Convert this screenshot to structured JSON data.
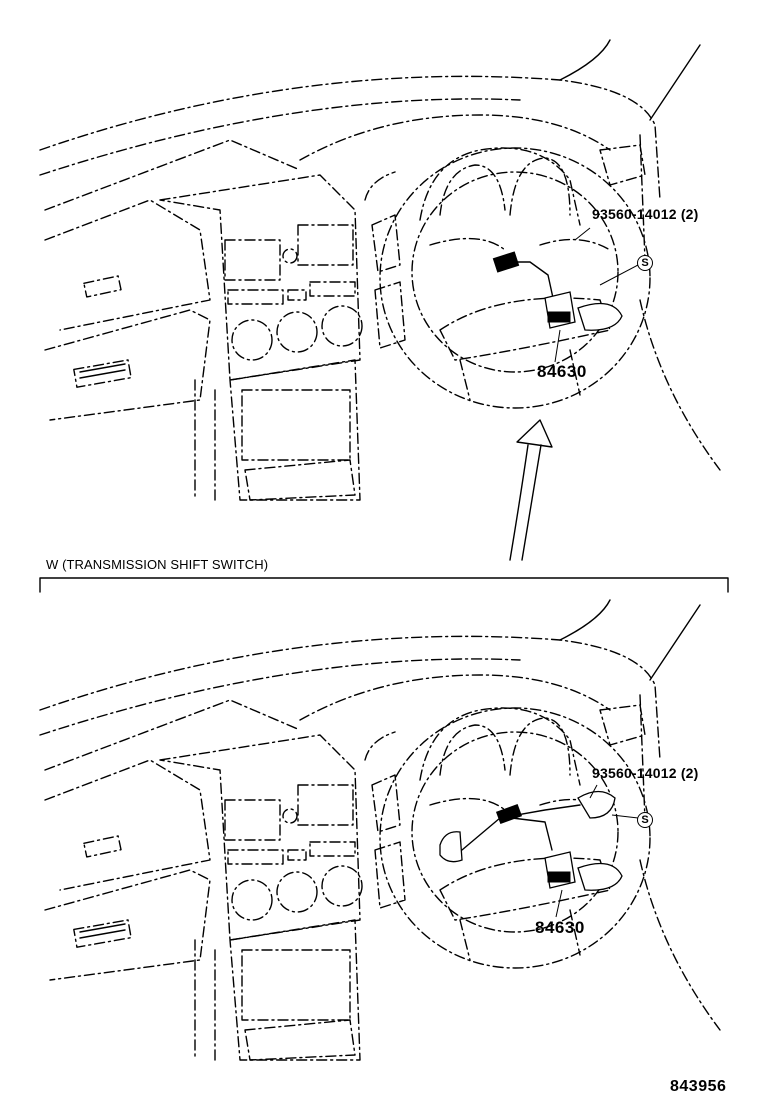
{
  "upper_view": {
    "screw_part": "93560-14012 (2)",
    "switch_part": "84630",
    "symbol": "S"
  },
  "section_label": "W (TRANSMISSION SHIFT SWITCH)",
  "lower_view": {
    "screw_part": "93560-14012 (2)",
    "switch_part": "84630",
    "symbol": "S"
  },
  "illustration_code": "843956"
}
